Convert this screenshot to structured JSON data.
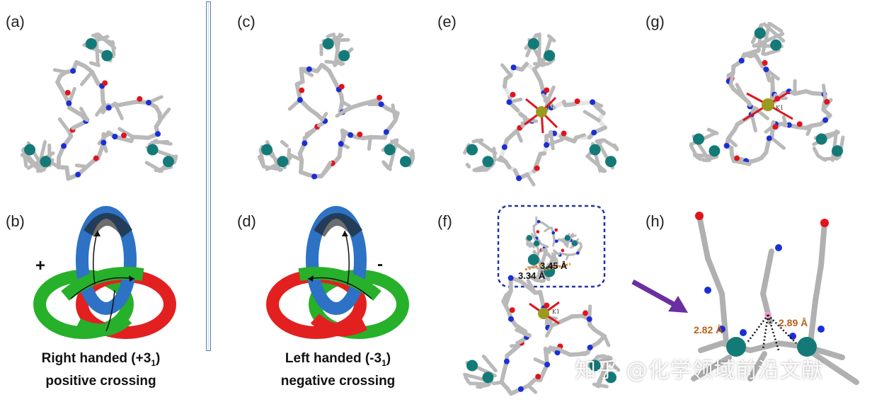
{
  "panels": {
    "a": {
      "label": "(a)"
    },
    "b": {
      "label": "(b)",
      "sign": "+",
      "caption_line1": "Right handed (+3",
      "caption_sub": "1",
      "caption_end": ")",
      "caption_line2": "positive crossing"
    },
    "c": {
      "label": "(c)"
    },
    "d": {
      "label": "(d)",
      "sign": "-",
      "caption_line1": "Left handed (-3",
      "caption_sub": "1",
      "caption_end": ")",
      "caption_line2": "negative crossing"
    },
    "e": {
      "label": "(e)",
      "k_label": "K1"
    },
    "f": {
      "label": "(f)",
      "dist1": "3.45 Å",
      "dist2": "3.34 Å",
      "k_label": "K1"
    },
    "g": {
      "label": "(g)",
      "k_label": "K1"
    },
    "h": {
      "label": "(h)",
      "dist1": "2.82 Å",
      "dist2": "2.89 Å"
    }
  },
  "watermark": "知乎 @化学领域前沿文献",
  "colors": {
    "carbon": "#b9b9b9",
    "nitrogen": "#1a2fd6",
    "oxygen": "#e0141e",
    "metal": "#147a78",
    "potassium": "#9a9a1e",
    "knot_blue": "#2d72c4",
    "knot_green": "#27b02a",
    "knot_red": "#e32020",
    "frame_dash": "#2233aa",
    "arrow": "#6a2fa0",
    "distance": "#b8601a"
  }
}
